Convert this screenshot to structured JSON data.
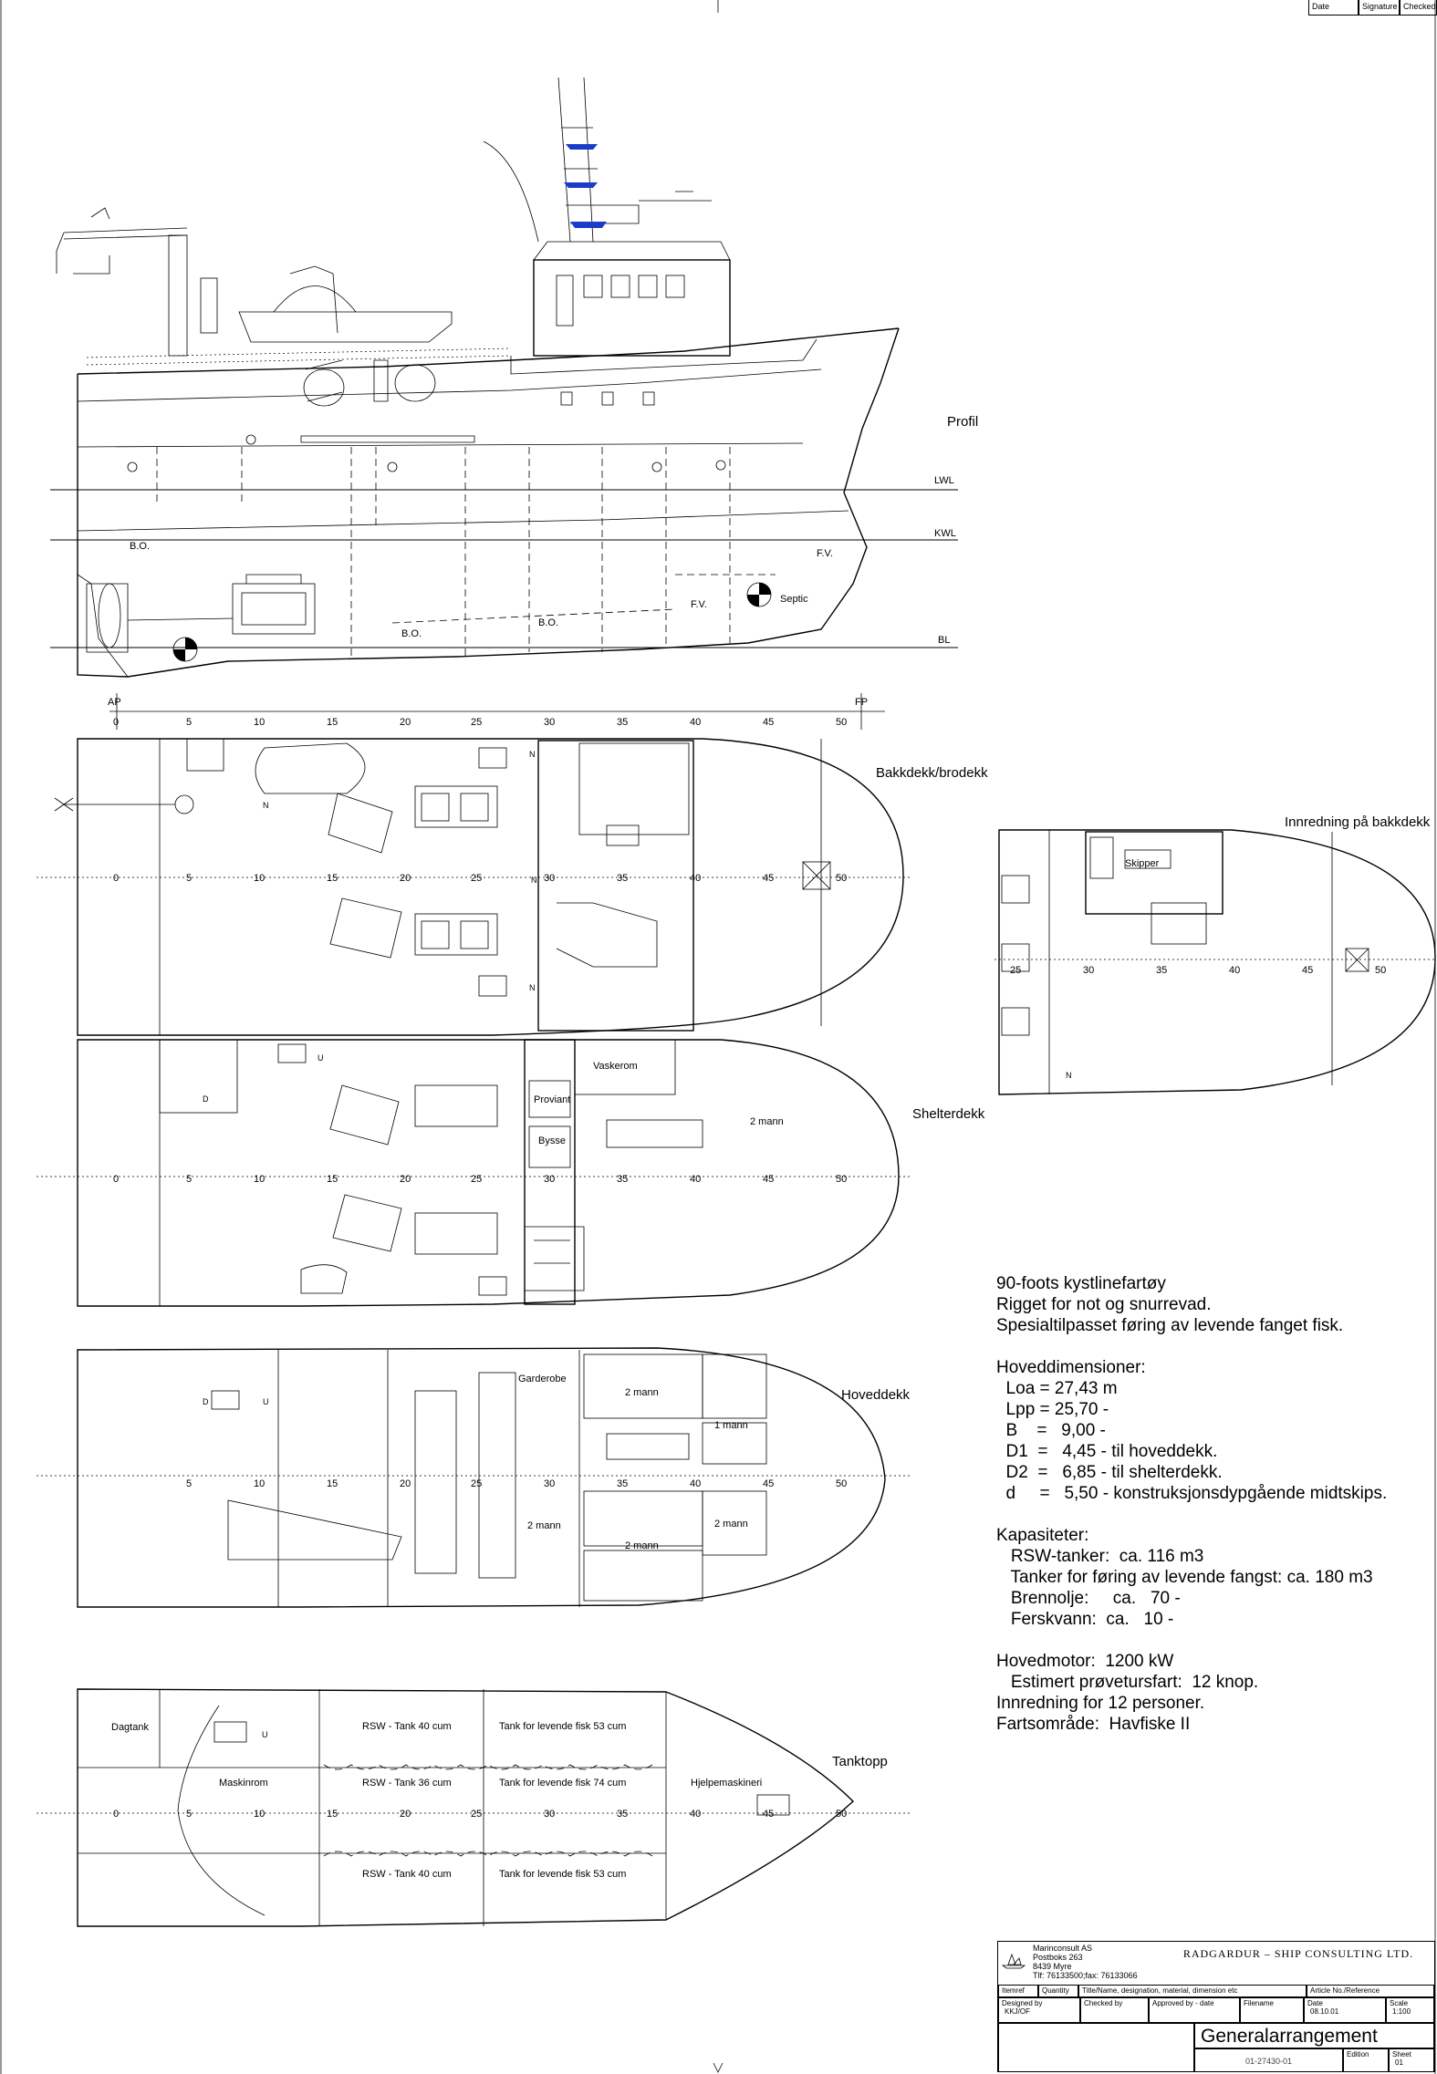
{
  "revision_header": {
    "date": "Date",
    "signature": "Signature",
    "checked": "Checked"
  },
  "views": {
    "profile": "Profil",
    "bakkdekk": "Bakkdekk/brodekk",
    "innredning": "Innredning på bakkdekk",
    "shelterdekk": "Shelterdekk",
    "hoveddekk": "Hoveddekk",
    "tanktopp": "Tanktopp"
  },
  "waterlines": {
    "lwl": "LWL",
    "kwl": "KWL",
    "bl": "BL"
  },
  "perpendiculars": {
    "ap": "AP",
    "fp": "FP"
  },
  "frames": [
    "0",
    "5",
    "10",
    "15",
    "20",
    "25",
    "30",
    "35",
    "40",
    "45",
    "50"
  ],
  "innredning_frames": [
    "25",
    "30",
    "35",
    "40",
    "45",
    "50"
  ],
  "profile_labels": {
    "bo1": "B.O.",
    "bo2": "B.O.",
    "bo3": "B.O.",
    "fv1": "F.V.",
    "fv2": "F.V.",
    "septic": "Septic"
  },
  "bakkdekk_labels": {
    "n1": "N",
    "n2": "N",
    "n3": "N",
    "n4": "N"
  },
  "innredning_labels": {
    "skipper": "Skipper",
    "n": "N"
  },
  "shelterdekk_labels": {
    "vaskerom": "Vaskerom",
    "proviant": "Proviant",
    "bysse": "Bysse",
    "two_mann": "2 mann",
    "u": "U",
    "d": "D"
  },
  "hoveddekk_labels": {
    "garderobe": "Garderobe",
    "two_mann_a": "2 mann",
    "one_mann": "1 mann",
    "two_mann_b": "2 mann",
    "two_mann_c": "2 mann",
    "two_mann_d": "2 mann",
    "d": "D",
    "u": "U"
  },
  "tanktopp_labels": {
    "dagtank": "Dagtank",
    "maskinrom": "Maskinrom",
    "rsw_40_a": "RSW - Tank 40 cum",
    "rsw_36": "RSW - Tank 36 cum",
    "rsw_40_b": "RSW - Tank 40 cum",
    "levende_53_a": "Tank for levende fisk 53 cum",
    "levende_74": "Tank for levende fisk 74 cum",
    "levende_53_b": "Tank for levende fisk 53 cum",
    "hjelpemaskineri": "Hjelpemaskineri",
    "u": "U"
  },
  "specs": {
    "line1": "90-foots kystlinefartøy",
    "line2": "Rigget for not og snurrevad.",
    "line3": "Spesialtilpasset føring av levende fanget fisk.",
    "dim_title": "Hoveddimensioner:",
    "loa": "  Loa = 27,43 m",
    "lpp": "  Lpp = 25,70 -",
    "b": "  B    =   9,00 -",
    "d1": "  D1  =   4,45 - til hoveddekk.",
    "d2": "  D2  =   6,85 - til shelterdekk.",
    "d": "  d     =   5,50 - konstruksjonsdypgående midtskips.",
    "cap_title": "Kapasiteter:",
    "rsw": "   RSW-tanker:  ca. 116 m3",
    "tanker": "   Tanker for føring av levende fangst: ca. 180 m3",
    "brennolje": "   Brennolje:     ca.   70 -",
    "ferskvann": "   Ferskvann:  ca.   10 -",
    "motor": "Hovedmotor:  1200 kW",
    "fart": "   Estimert prøvetursfart:  12 knop.",
    "innredning": "Innredning for 12 personer.",
    "omrade": "Fartsområde:  Havfiske II"
  },
  "title_block": {
    "company_name": "Marinconsult AS",
    "company_addr1": "Postboks 263",
    "company_addr2": "8439 Myre",
    "company_tel": "Tlf: 76133500;fax: 76133066",
    "firm": "RADGARDUR  –  SHIP  CONSULTING  LTD.",
    "itemref": "Itemref",
    "quantity": "Quantity",
    "title_hdr": "Title/Name, designation, material, dimension etc",
    "article_hdr": "Article No./Reference",
    "designed_by_hdr": "Designed by",
    "designed_by": "KKJ/OF",
    "checked_by_hdr": "Checked by",
    "approved_hdr": "Approved by - date",
    "filename_hdr": "Filename",
    "date_hdr": "Date",
    "date": "08.10.01",
    "scale_hdr": "Scale",
    "scale": "1:100",
    "drawing_title": "Generalarrangement",
    "drawing_no": "01-27430-01",
    "edition_hdr": "Edition",
    "sheet_hdr": "Sheet",
    "sheet": "01"
  }
}
